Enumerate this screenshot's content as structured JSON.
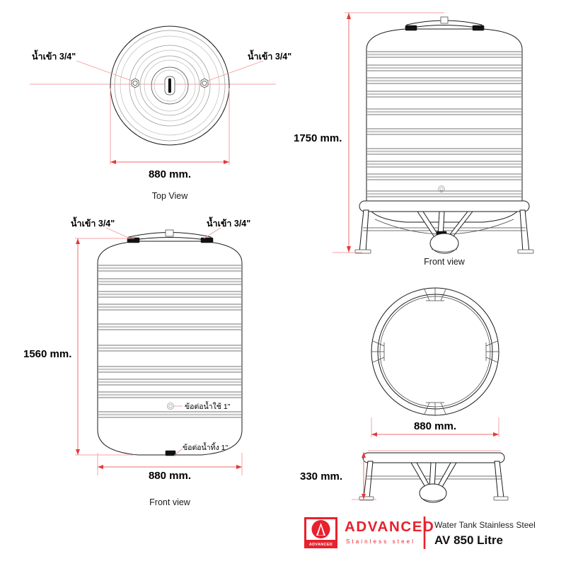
{
  "document": {
    "type": "technical-drawing",
    "title": "Water Tank Stainless Steel AV 850 Litre"
  },
  "views": {
    "top_view": {
      "label": "Top View",
      "diameter": "880 mm.",
      "inlet_left": "น้ำเข้า 3/4\"",
      "inlet_right": "น้ำเข้า 3/4\""
    },
    "front_view_tank": {
      "label": "Front view",
      "height": "1560 mm.",
      "width": "880 mm.",
      "inlet_left": "น้ำเข้า 3/4\"",
      "inlet_right": "น้ำเข้า 3/4\"",
      "outlet": "ข้อต่อน้ำใช้ 1\"",
      "drain": "ข้อต่อน้ำทิ้ง 1\""
    },
    "front_view_assembly": {
      "label": "Front view",
      "total_height": "1750 mm."
    },
    "stand_top_view": {
      "diameter": "880 mm."
    },
    "stand_side_view": {
      "height": "330 mm."
    }
  },
  "footer": {
    "logo_mark_text": "ADVANCED",
    "brand_name": "ADVANCED",
    "brand_tagline": "Stainless  steel",
    "product_category": "Water Tank Stainless Steel",
    "product_model": "AV 850 Litre"
  },
  "colors": {
    "brand_red": "#e8212e",
    "dimension_red": "#ef6d6d",
    "line_black": "#1a1a1a",
    "rib_gray": "#c9c9c9"
  }
}
